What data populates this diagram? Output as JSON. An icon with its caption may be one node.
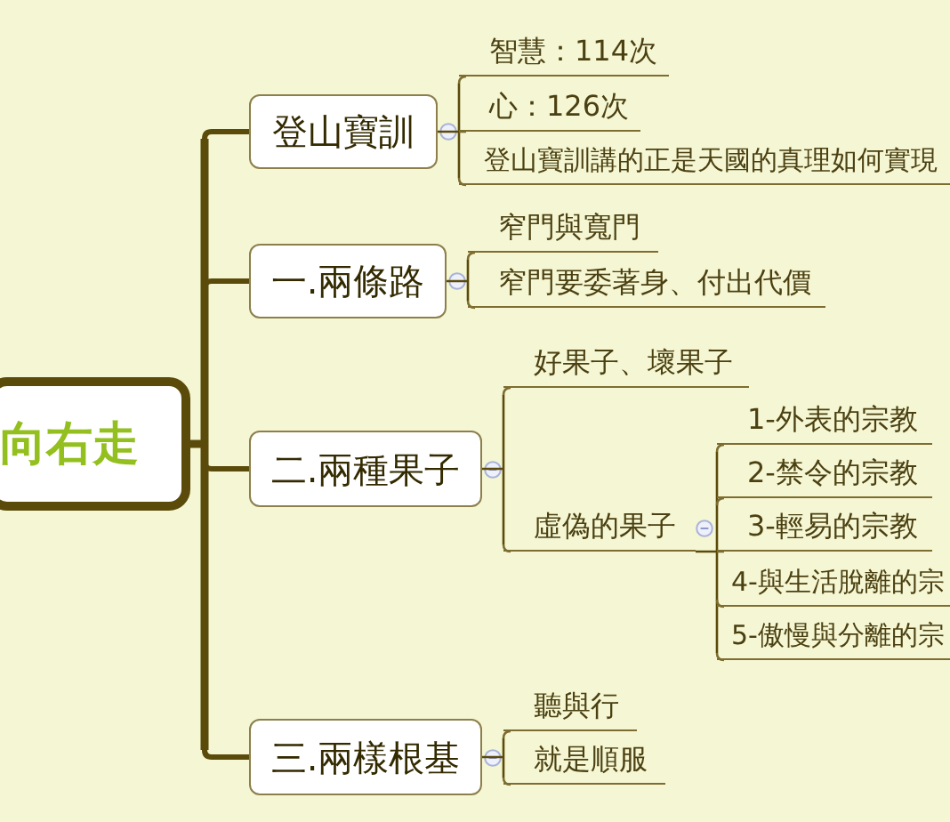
{
  "diagram": {
    "nodes": [
      {
        "text": [
          "向右走"
        ]
      },
      {
        "text": [
          "登山寶訓"
        ]
      },
      {
        "text": [
          "智慧：114次"
        ]
      },
      {
        "text": [
          "心：126次"
        ]
      },
      {
        "text": [
          "登山寶訓講的正是天國的真理如何實現"
        ]
      },
      {
        "text": [
          "一.兩條路"
        ]
      },
      {
        "text": [
          "窄門與寬門"
        ]
      },
      {
        "text": [
          "窄門要委著身、付出代價"
        ]
      },
      {
        "text": [
          "二.兩種果子"
        ]
      },
      {
        "text": [
          "好果子、壞果子"
        ]
      },
      {
        "text": [
          "虛偽的果子"
        ]
      },
      {
        "text": [
          "1-外表的宗教"
        ]
      },
      {
        "text": [
          "2-禁令的宗教"
        ]
      },
      {
        "text": [
          "3-輕易的宗教"
        ]
      },
      {
        "text": [
          "4-與生活脫離的宗"
        ]
      },
      {
        "text": [
          "5-傲慢與分離的宗"
        ]
      },
      {
        "text": [
          "三.兩樣根基"
        ]
      },
      {
        "text": [
          "聽與行"
        ]
      },
      {
        "text": [
          "就是順服"
        ]
      }
    ],
    "edges": [
      {
        "from": 0,
        "to": 1,
        "arrow": "none",
        "style": "thick"
      },
      {
        "from": 0,
        "to": 5,
        "arrow": "none",
        "style": "thick"
      },
      {
        "from": 0,
        "to": 8,
        "arrow": "none",
        "style": "thick"
      },
      {
        "from": 0,
        "to": 16,
        "arrow": "none",
        "style": "thick"
      },
      {
        "from": 1,
        "to": 2,
        "arrow": "none"
      },
      {
        "from": 1,
        "to": 3,
        "arrow": "none"
      },
      {
        "from": 1,
        "to": 4,
        "arrow": "none"
      },
      {
        "from": 5,
        "to": 6,
        "arrow": "none"
      },
      {
        "from": 5,
        "to": 7,
        "arrow": "none"
      },
      {
        "from": 8,
        "to": 9,
        "arrow": "none"
      },
      {
        "from": 8,
        "to": 10,
        "arrow": "none"
      },
      {
        "from": 10,
        "to": 11,
        "arrow": "none"
      },
      {
        "from": 10,
        "to": 12,
        "arrow": "none"
      },
      {
        "from": 10,
        "to": 13,
        "arrow": "none"
      },
      {
        "from": 10,
        "to": 14,
        "arrow": "none"
      },
      {
        "from": 10,
        "to": 15,
        "arrow": "none"
      },
      {
        "from": 16,
        "to": 17,
        "arrow": "none"
      },
      {
        "from": 16,
        "to": 18,
        "arrow": "none"
      }
    ]
  }
}
